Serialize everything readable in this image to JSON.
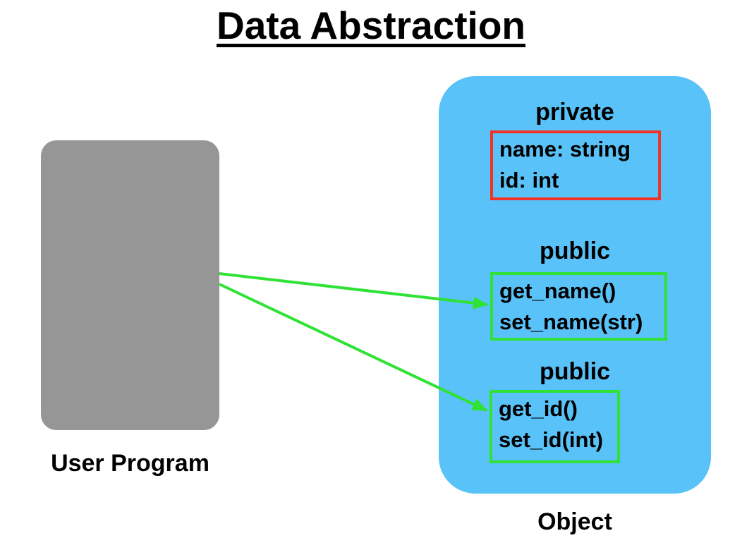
{
  "title": "Data Abstraction",
  "colors": {
    "object_fill": "#59C2F8",
    "user_program_fill": "#969696",
    "arrow_green": "#2FE235",
    "private_border": "#F13227",
    "public_border": "#2FE235",
    "text": "#000000"
  },
  "user_program": {
    "label": "User Program"
  },
  "object": {
    "label": "Object",
    "sections": [
      {
        "access": "private",
        "members": [
          "name: string",
          "id: int"
        ]
      },
      {
        "access": "public",
        "members": [
          "get_name()",
          "set_name(str)"
        ]
      },
      {
        "access": "public",
        "members": [
          "get_id()",
          "set_id(int)"
        ]
      }
    ]
  },
  "arrows": [
    {
      "from": "User Program",
      "to": "get_name()"
    },
    {
      "from": "User Program",
      "to": "get_id()"
    }
  ]
}
